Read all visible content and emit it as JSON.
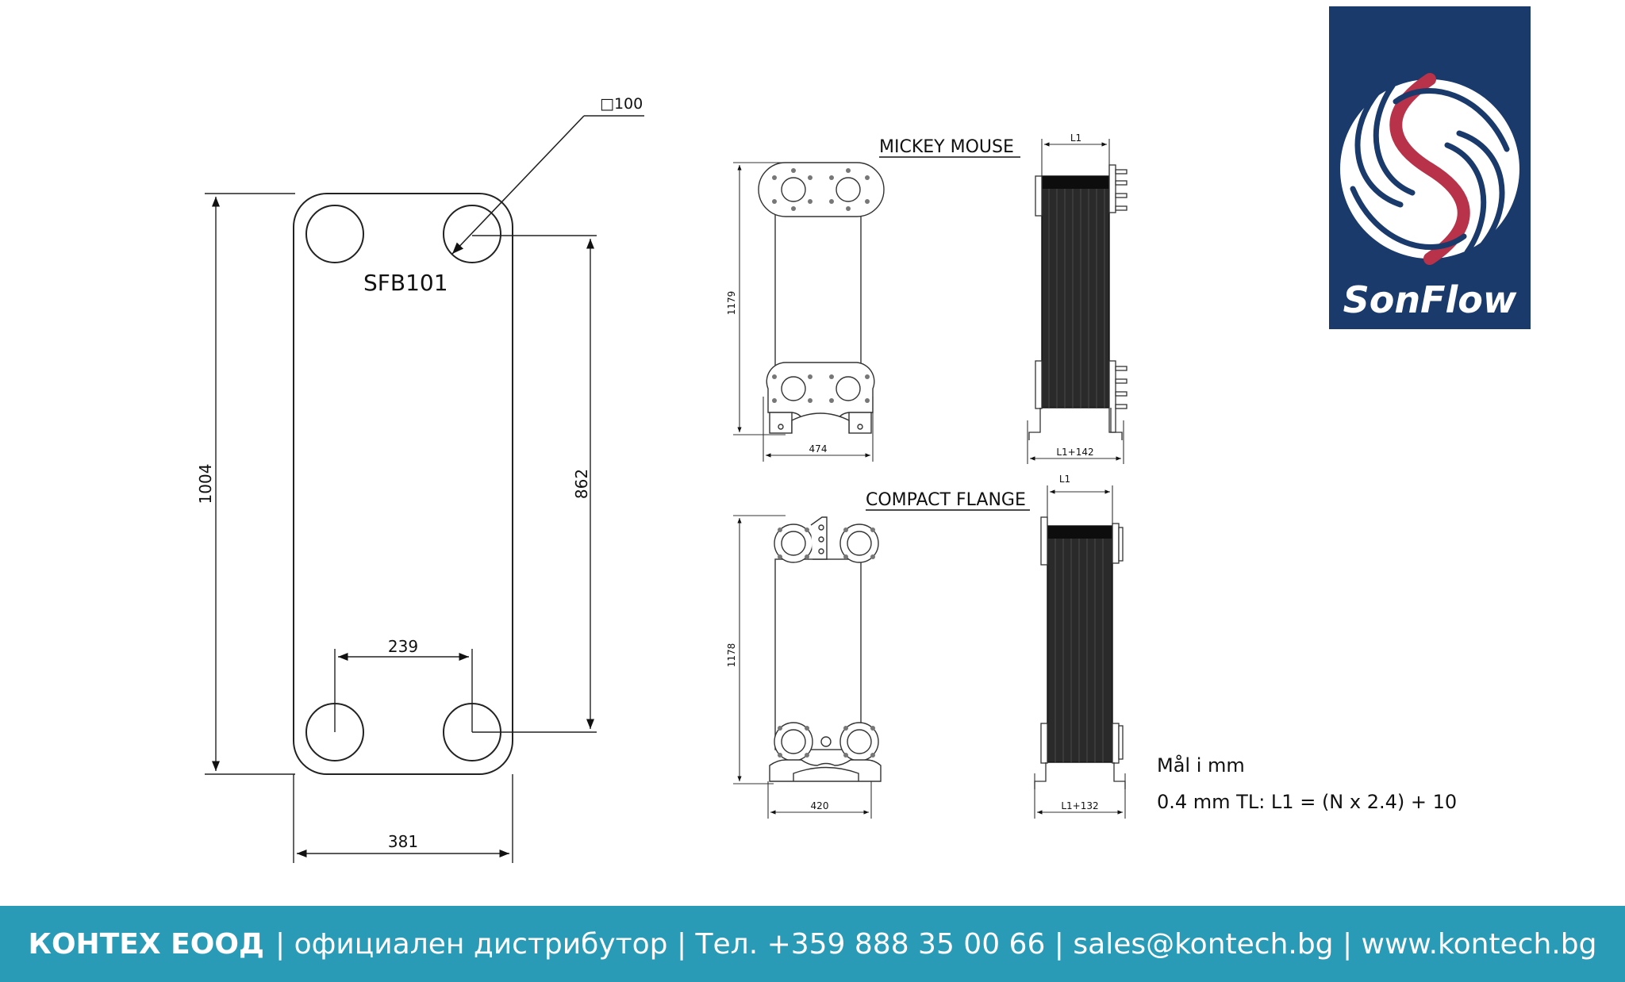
{
  "plate": {
    "model": "SFB101",
    "port_size_label": "□100",
    "height_dim": "1004",
    "port_vertical_dim": "862",
    "port_horizontal_dim": "239",
    "width_dim": "381"
  },
  "mickey_mouse": {
    "title": "MICKEY MOUSE",
    "height_dim": "1179",
    "width_dim": "474",
    "l1_label": "L1",
    "depth_dim": "L1+142"
  },
  "compact_flange": {
    "title": "COMPACT FLANGE",
    "height_dim": "1178",
    "width_dim": "420",
    "l1_label": "L1",
    "depth_dim": "L1+132"
  },
  "notes": {
    "units": "Mål i mm",
    "formula": "0.4 mm TL: L1 = (N x 2.4) + 10"
  },
  "logo": {
    "name": "SonFlow",
    "colors": {
      "background": "#1a3a6b",
      "swirl_red": "#b8334a",
      "swirl_white": "#ffffff"
    }
  },
  "footer": {
    "company": "КОНТЕХ ЕООД",
    "tagline": "| официален дистрибутор | Тел. +359 888 35 00 66 |  sales@kontech.bg | www.kontech.bg",
    "background": "#2a9bb6"
  }
}
